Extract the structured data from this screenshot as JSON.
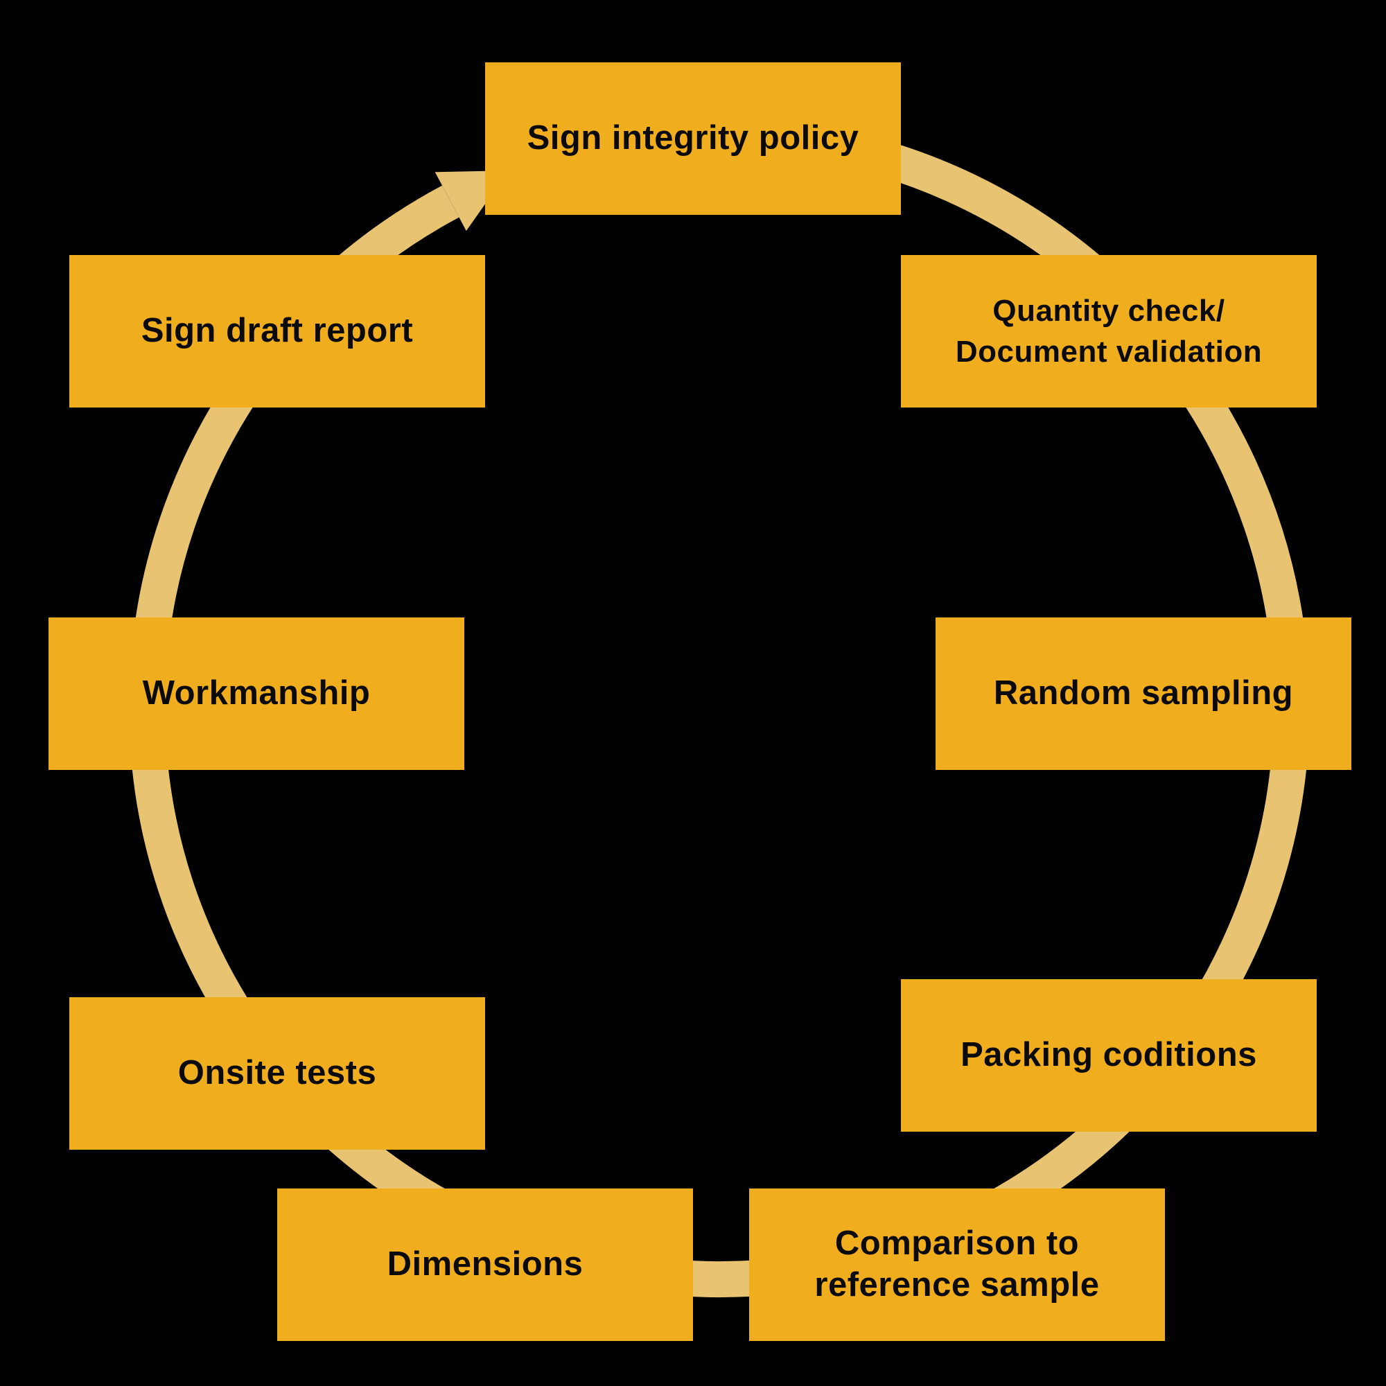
{
  "diagram": {
    "type": "cycle",
    "background_color": "#000000",
    "box_color": "#F0AD1E",
    "ring_color": "#E8C372",
    "text_color": "#0a0a0a",
    "steps": [
      {
        "label": "Sign integrity policy"
      },
      {
        "label": "Quantity check/\nDocument validation"
      },
      {
        "label": "Random sampling"
      },
      {
        "label": "Packing coditions"
      },
      {
        "label": "Comparison to\nreference sample"
      },
      {
        "label": "Dimensions"
      },
      {
        "label": "Onsite tests"
      },
      {
        "label": "Workmanship"
      },
      {
        "label": "Sign draft report"
      }
    ],
    "flow_direction": "clockwise",
    "arrow": {
      "from": "Sign draft report",
      "to": "Sign integrity policy"
    }
  }
}
